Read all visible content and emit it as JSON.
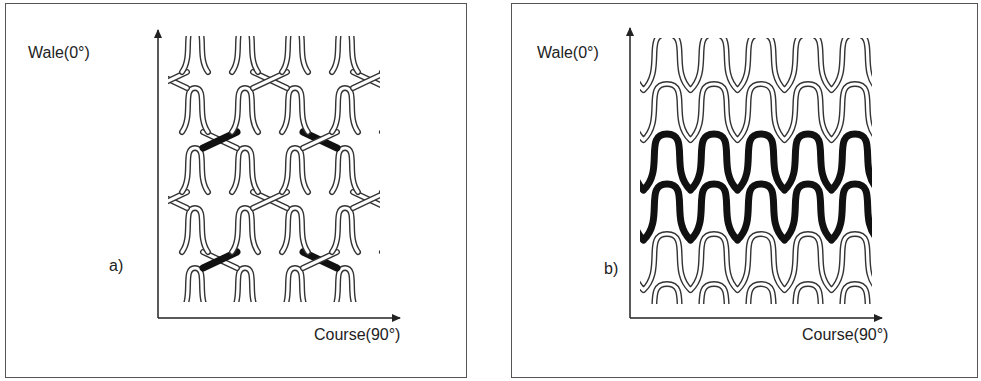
{
  "diagram": {
    "nodes": [
      {
        "text": [
          "Wale(0°)",
          "a)",
          "Course(90°)"
        ]
      },
      {
        "text": [
          "Wale(0°)",
          "b)",
          "Course(90°)"
        ]
      }
    ]
  }
}
